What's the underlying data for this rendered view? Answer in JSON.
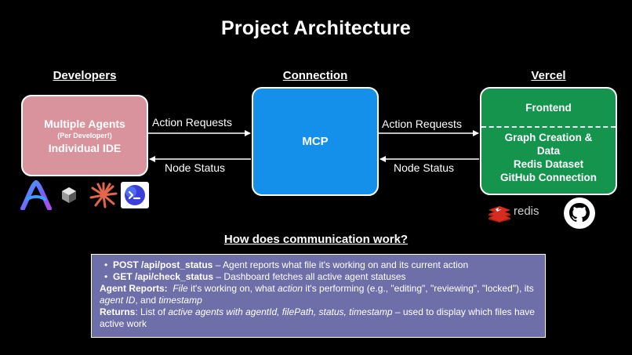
{
  "title": "Project Architecture",
  "columns": {
    "developers": "Developers",
    "connection": "Connection",
    "vercel": "Vercel"
  },
  "developers_box": {
    "line1": "Multiple Agents",
    "line2": "(Per Developer!)",
    "line3": "Individual IDE"
  },
  "mcp_box": {
    "label": "MCP"
  },
  "vercel_box": {
    "top": "Frontend",
    "lines": [
      "Graph Creation &",
      "Data",
      "Redis Dataset",
      "GitHub Connection"
    ]
  },
  "arrows": {
    "left_request": "Action Requests",
    "left_status": "Node Status",
    "right_request": "Action Requests",
    "right_status": "Node Status"
  },
  "logos": {
    "developer_icons": [
      "arc-icon",
      "cube-icon",
      "starburst-icon",
      "terminal-icon"
    ],
    "redis_label": "redis",
    "github": "github-icon"
  },
  "communication": {
    "heading": "How does communication work?",
    "post_endpoint": "POST /api/post_status",
    "post_desc": " – Agent reports what file it's working on and its current action",
    "get_endpoint": "GET /api/check_status",
    "get_desc": " – Dashboard fetches all active agent statuses",
    "reports_label": "Agent Reports:",
    "reports_file": "File",
    "reports_mid1": " it's working on, what ",
    "reports_action": "action",
    "reports_mid2": " it's performing (e.g., \"editing\", \"reviewing\", \"locked\"), its ",
    "reports_agentid": "agent ID",
    "reports_mid3": ", and ",
    "reports_timestamp": "timestamp",
    "returns_label": "Returns",
    "returns_mid1": ": List of ",
    "returns_italic": "active agents with agentId, filePath, status, timestamp",
    "returns_end": " – used to display which files have active work"
  },
  "colors": {
    "developers_box": "#d9939c",
    "mcp_box": "#1490ea",
    "vercel_box": "#15944e",
    "info_panel": "#6e6fa8",
    "redis_red": "#d82c20"
  }
}
